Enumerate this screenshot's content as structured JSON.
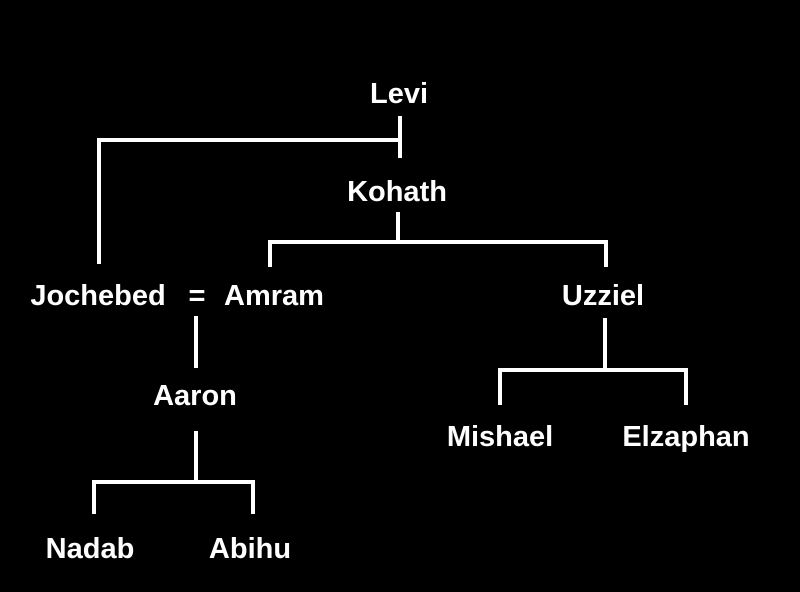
{
  "diagram": {
    "line_color": "#ffffff",
    "background_color": "#000000",
    "people": {
      "levi": "Levi",
      "kohath": "Kohath",
      "jochebed": "Jochebed",
      "marriage_symbol": "=",
      "amram": "Amram",
      "uzziel": "Uzziel",
      "aaron": "Aaron",
      "mishael": "Mishael",
      "elzaphan": "Elzaphan",
      "nadab": "Nadab",
      "abihu": "Abihu"
    }
  }
}
